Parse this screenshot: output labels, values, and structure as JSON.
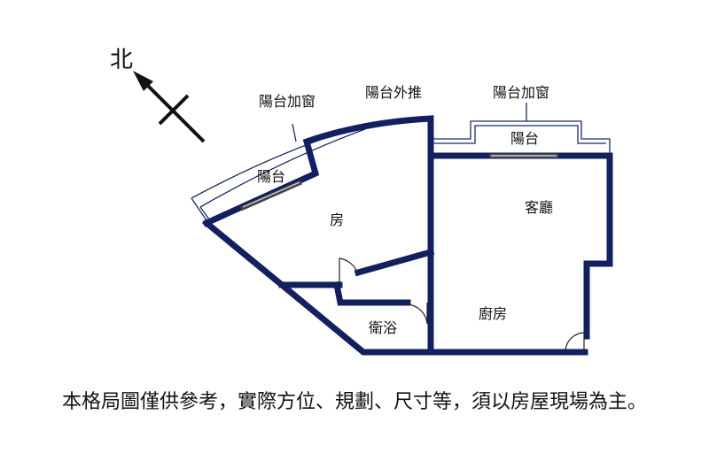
{
  "compass": {
    "north_label": "北"
  },
  "labels": {
    "balcony_window_left": "陽台加窗",
    "balcony_extension": "陽台外推",
    "balcony_window_right": "陽台加窗",
    "balcony_left": "陽台",
    "balcony_right": "陽台",
    "bedroom": "房",
    "living_room": "客廳",
    "kitchen": "廚房",
    "bathroom": "衛浴"
  },
  "disclaimer": "本格局圖僅供參考，實際方位、規劃、尺寸等，須以房屋現場為主。",
  "colors": {
    "wall": "#13205f",
    "text": "#111111",
    "background": "#ffffff"
  }
}
